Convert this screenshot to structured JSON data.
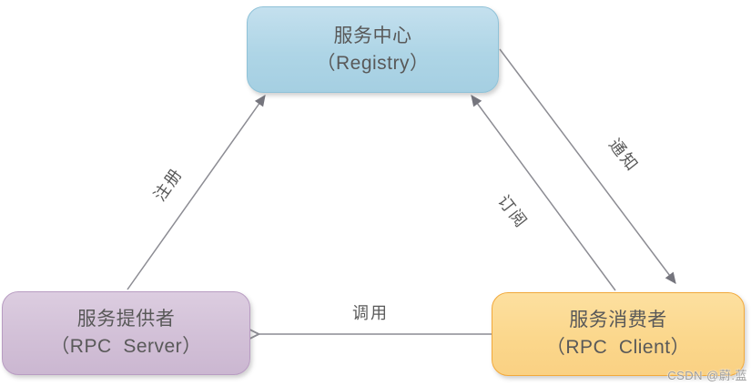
{
  "nodes": {
    "registry": {
      "title": "服务中心",
      "subtitle": "（Registry）"
    },
    "provider": {
      "title": "服务提供者",
      "subtitle": "（RPC  Server）"
    },
    "consumer": {
      "title": "服务消费者",
      "subtitle": "（RPC  Client）"
    }
  },
  "edges": {
    "register": {
      "label": "注册",
      "from": "provider",
      "to": "registry",
      "arrowhead": "filled"
    },
    "subscribe": {
      "label": "订阅",
      "from": "consumer",
      "to": "registry",
      "arrowhead": "filled"
    },
    "notify": {
      "label": "通知",
      "from": "registry",
      "to": "consumer",
      "arrowhead": "filled"
    },
    "invoke": {
      "label": "调用",
      "from": "consumer",
      "to": "provider",
      "arrowhead": "open"
    }
  },
  "watermark": {
    "text": "CSDN @蔚.蓝"
  },
  "colors": {
    "registry_fill": "#aed5e6",
    "registry_border": "#8fc2d8",
    "provider_fill": "#d2c0d7",
    "provider_border": "#b89cc2",
    "consumer_fill": "#fbd78c",
    "consumer_border": "#f2a93b",
    "node_text": "#595959",
    "arrow_line": "#8c8c93",
    "arrow_head": "#75757d"
  }
}
